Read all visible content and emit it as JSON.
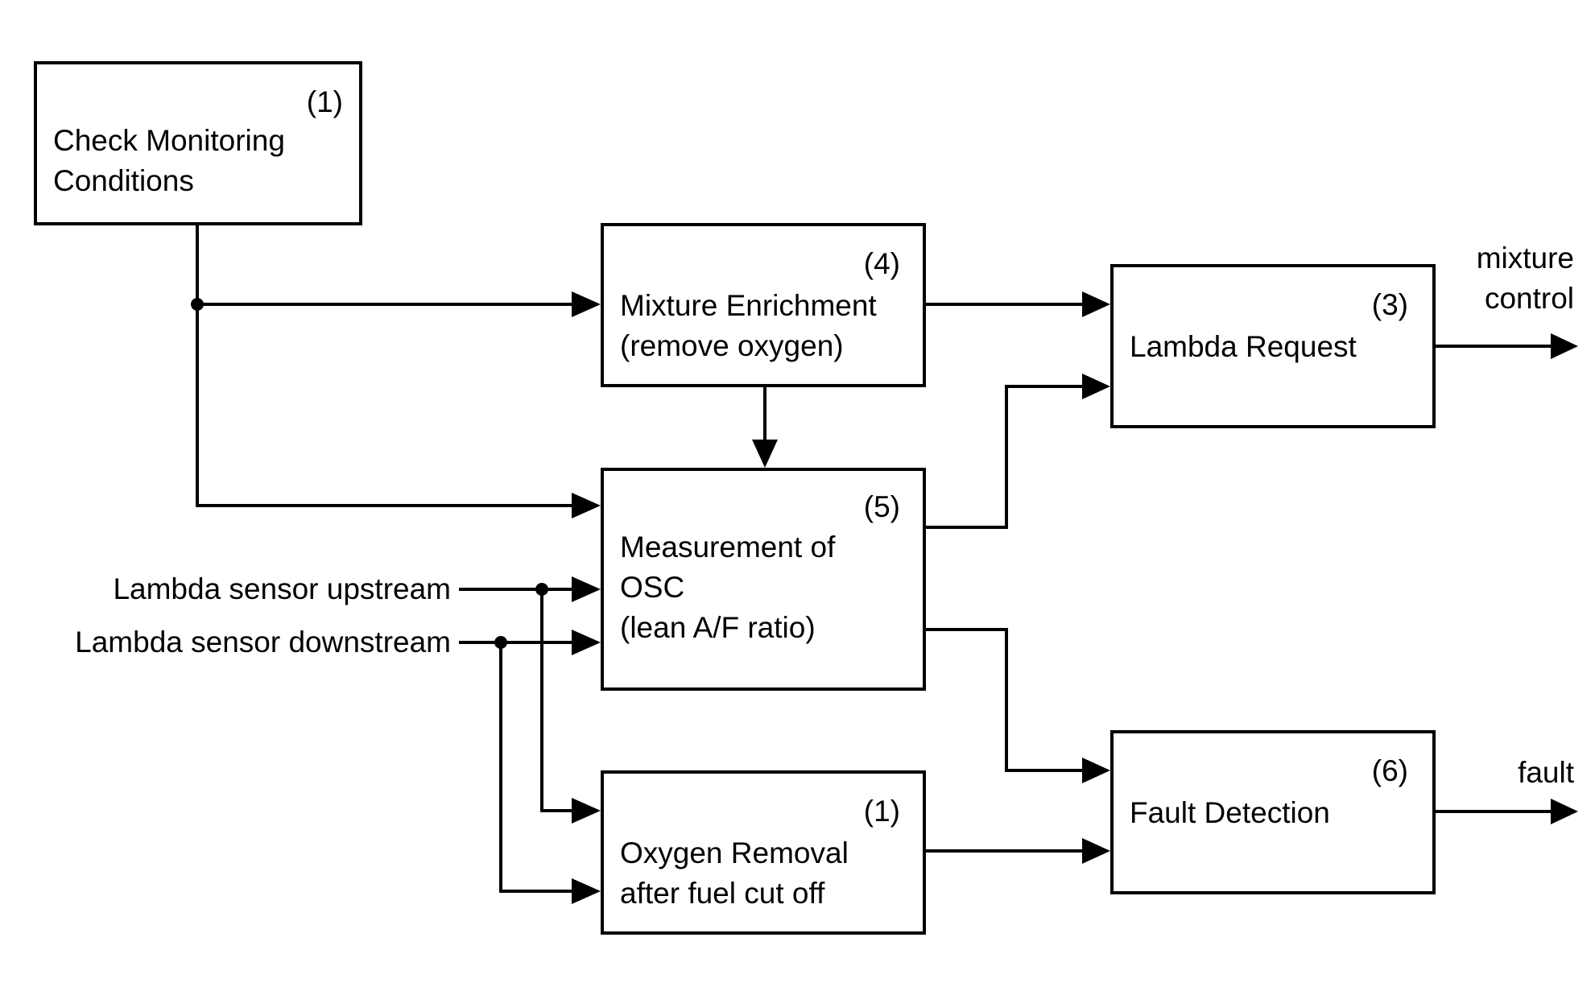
{
  "blocks": {
    "check": {
      "num": "(1)",
      "lines": [
        "Check Monitoring",
        "Conditions"
      ]
    },
    "enrich": {
      "num": "(4)",
      "lines": [
        "Mixture Enrichment",
        "(remove oxygen)"
      ]
    },
    "lambda": {
      "num": "(3)",
      "lines": [
        "Lambda Request"
      ]
    },
    "measure": {
      "num": "(5)",
      "lines": [
        "Measurement of",
        "OSC",
        "(lean A/F ratio)"
      ]
    },
    "oxygen": {
      "num": "(1)",
      "lines": [
        "Oxygen Removal",
        "after fuel cut off"
      ]
    },
    "fault": {
      "num": "(6)",
      "lines": [
        "Fault Detection"
      ]
    }
  },
  "inputs": {
    "upstream": "Lambda sensor upstream",
    "downstream": "Lambda sensor downstream"
  },
  "outputs": {
    "mixture": [
      "mixture",
      "control"
    ],
    "fault": "fault"
  },
  "colors": {
    "line": "#000000",
    "background": "#ffffff"
  }
}
